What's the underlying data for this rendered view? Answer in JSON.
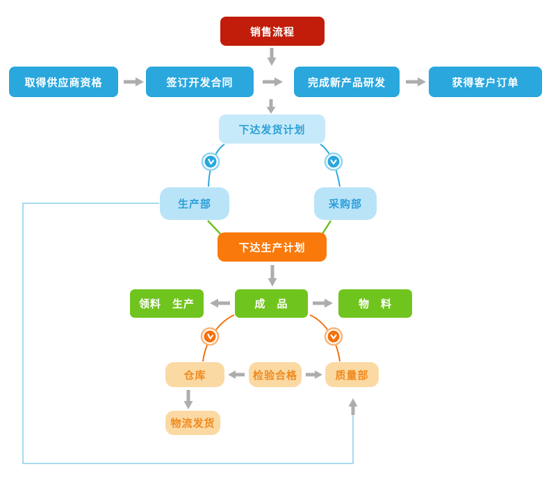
{
  "diagram": {
    "title": "销售流程",
    "type": "flowchart"
  },
  "palette": {
    "red": "#c11d0a",
    "blue": "#2aa7dd",
    "light_blue_fill": "#c6eafa",
    "light_blue_text": "#2b9fd6",
    "dept_fill": "#b9e4f8",
    "dept_text": "#2d9ed8",
    "orange": "#f9790b",
    "green": "#70c41e",
    "tan_fill": "#fbd9a3",
    "tan_text": "#ef8a1e",
    "arc_blue": "#2aa7dd",
    "arc_orange": "#f3710c",
    "connector_green": "#6cc11d",
    "arrow_gray": "#adadad",
    "loop_blue": "#a5daf0"
  },
  "icons": {
    "timer": "clock-icon"
  },
  "nodes": {
    "sales_process": {
      "label": "销售流程",
      "color": "#c11d0a"
    },
    "supplier_qualification": {
      "label": "取得供应商资格",
      "color": "#2aa7dd"
    },
    "development_contract": {
      "label": "签订开发合同",
      "color": "#2aa7dd"
    },
    "new_product_development": {
      "label": "完成新产品研发",
      "color": "#2aa7dd"
    },
    "customer_order": {
      "label": "获得客户订单",
      "color": "#2aa7dd"
    },
    "delivery_plan": {
      "label": "下达发货计划",
      "color": "#c6eafa"
    },
    "production_dept": {
      "label": "生产部",
      "color": "#b9e4f8"
    },
    "purchasing_dept": {
      "label": "采购部",
      "color": "#b9e4f8"
    },
    "production_plan": {
      "label": "下达生产计划",
      "color": "#f9790b"
    },
    "picking_production": {
      "label": "领料　生产",
      "color": "#70c41e"
    },
    "finished_goods": {
      "label": "成　品",
      "color": "#70c41e"
    },
    "materials": {
      "label": "物　料",
      "color": "#70c41e"
    },
    "warehouse": {
      "label": "仓库",
      "color": "#fbd9a3"
    },
    "inspection_passed": {
      "label": "检验合格",
      "color": "#fbd9a3"
    },
    "quality_dept": {
      "label": "质量部",
      "color": "#fbd9a3"
    },
    "logistics_delivery": {
      "label": "物流发货",
      "color": "#fbd9a3"
    }
  },
  "edges": [
    {
      "from": "sales_process",
      "to": "supplier_row",
      "type": "arrow-down",
      "color": "gray"
    },
    {
      "from": "supplier_qualification",
      "to": "development_contract",
      "type": "arrow-right",
      "color": "gray"
    },
    {
      "from": "development_contract",
      "to": "new_product_development",
      "type": "arrow-right",
      "color": "gray"
    },
    {
      "from": "new_product_development",
      "to": "customer_order",
      "type": "arrow-right",
      "color": "gray"
    },
    {
      "from": "row2",
      "to": "delivery_plan",
      "type": "arrow-down",
      "color": "gray"
    },
    {
      "from": "delivery_plan",
      "to": "production_dept",
      "type": "arc",
      "color": "blue",
      "icon": "clock"
    },
    {
      "from": "delivery_plan",
      "to": "purchasing_dept",
      "type": "arc",
      "color": "blue",
      "icon": "clock"
    },
    {
      "from": "production_dept",
      "to": "production_plan",
      "type": "line",
      "color": "green"
    },
    {
      "from": "purchasing_dept",
      "to": "production_plan",
      "type": "line",
      "color": "green"
    },
    {
      "from": "production_plan",
      "to": "finished_goods",
      "type": "arrow-down",
      "color": "gray"
    },
    {
      "from": "finished_goods",
      "to": "picking_production",
      "type": "arrow-left",
      "color": "gray"
    },
    {
      "from": "finished_goods",
      "to": "materials",
      "type": "arrow-right",
      "color": "gray"
    },
    {
      "from": "finished_goods",
      "to": "warehouse",
      "type": "arc",
      "color": "orange",
      "icon": "clock"
    },
    {
      "from": "finished_goods",
      "to": "quality_dept",
      "type": "arc",
      "color": "orange",
      "icon": "clock"
    },
    {
      "from": "inspection_passed",
      "to": "warehouse",
      "type": "arrow-left",
      "color": "gray"
    },
    {
      "from": "inspection_passed",
      "to": "quality_dept",
      "type": "arrow-right",
      "color": "gray"
    },
    {
      "from": "warehouse",
      "to": "logistics_delivery",
      "type": "arrow-down",
      "color": "gray"
    },
    {
      "from": "production_dept",
      "to": "quality_dept",
      "type": "loop",
      "color": "loop_blue"
    }
  ]
}
